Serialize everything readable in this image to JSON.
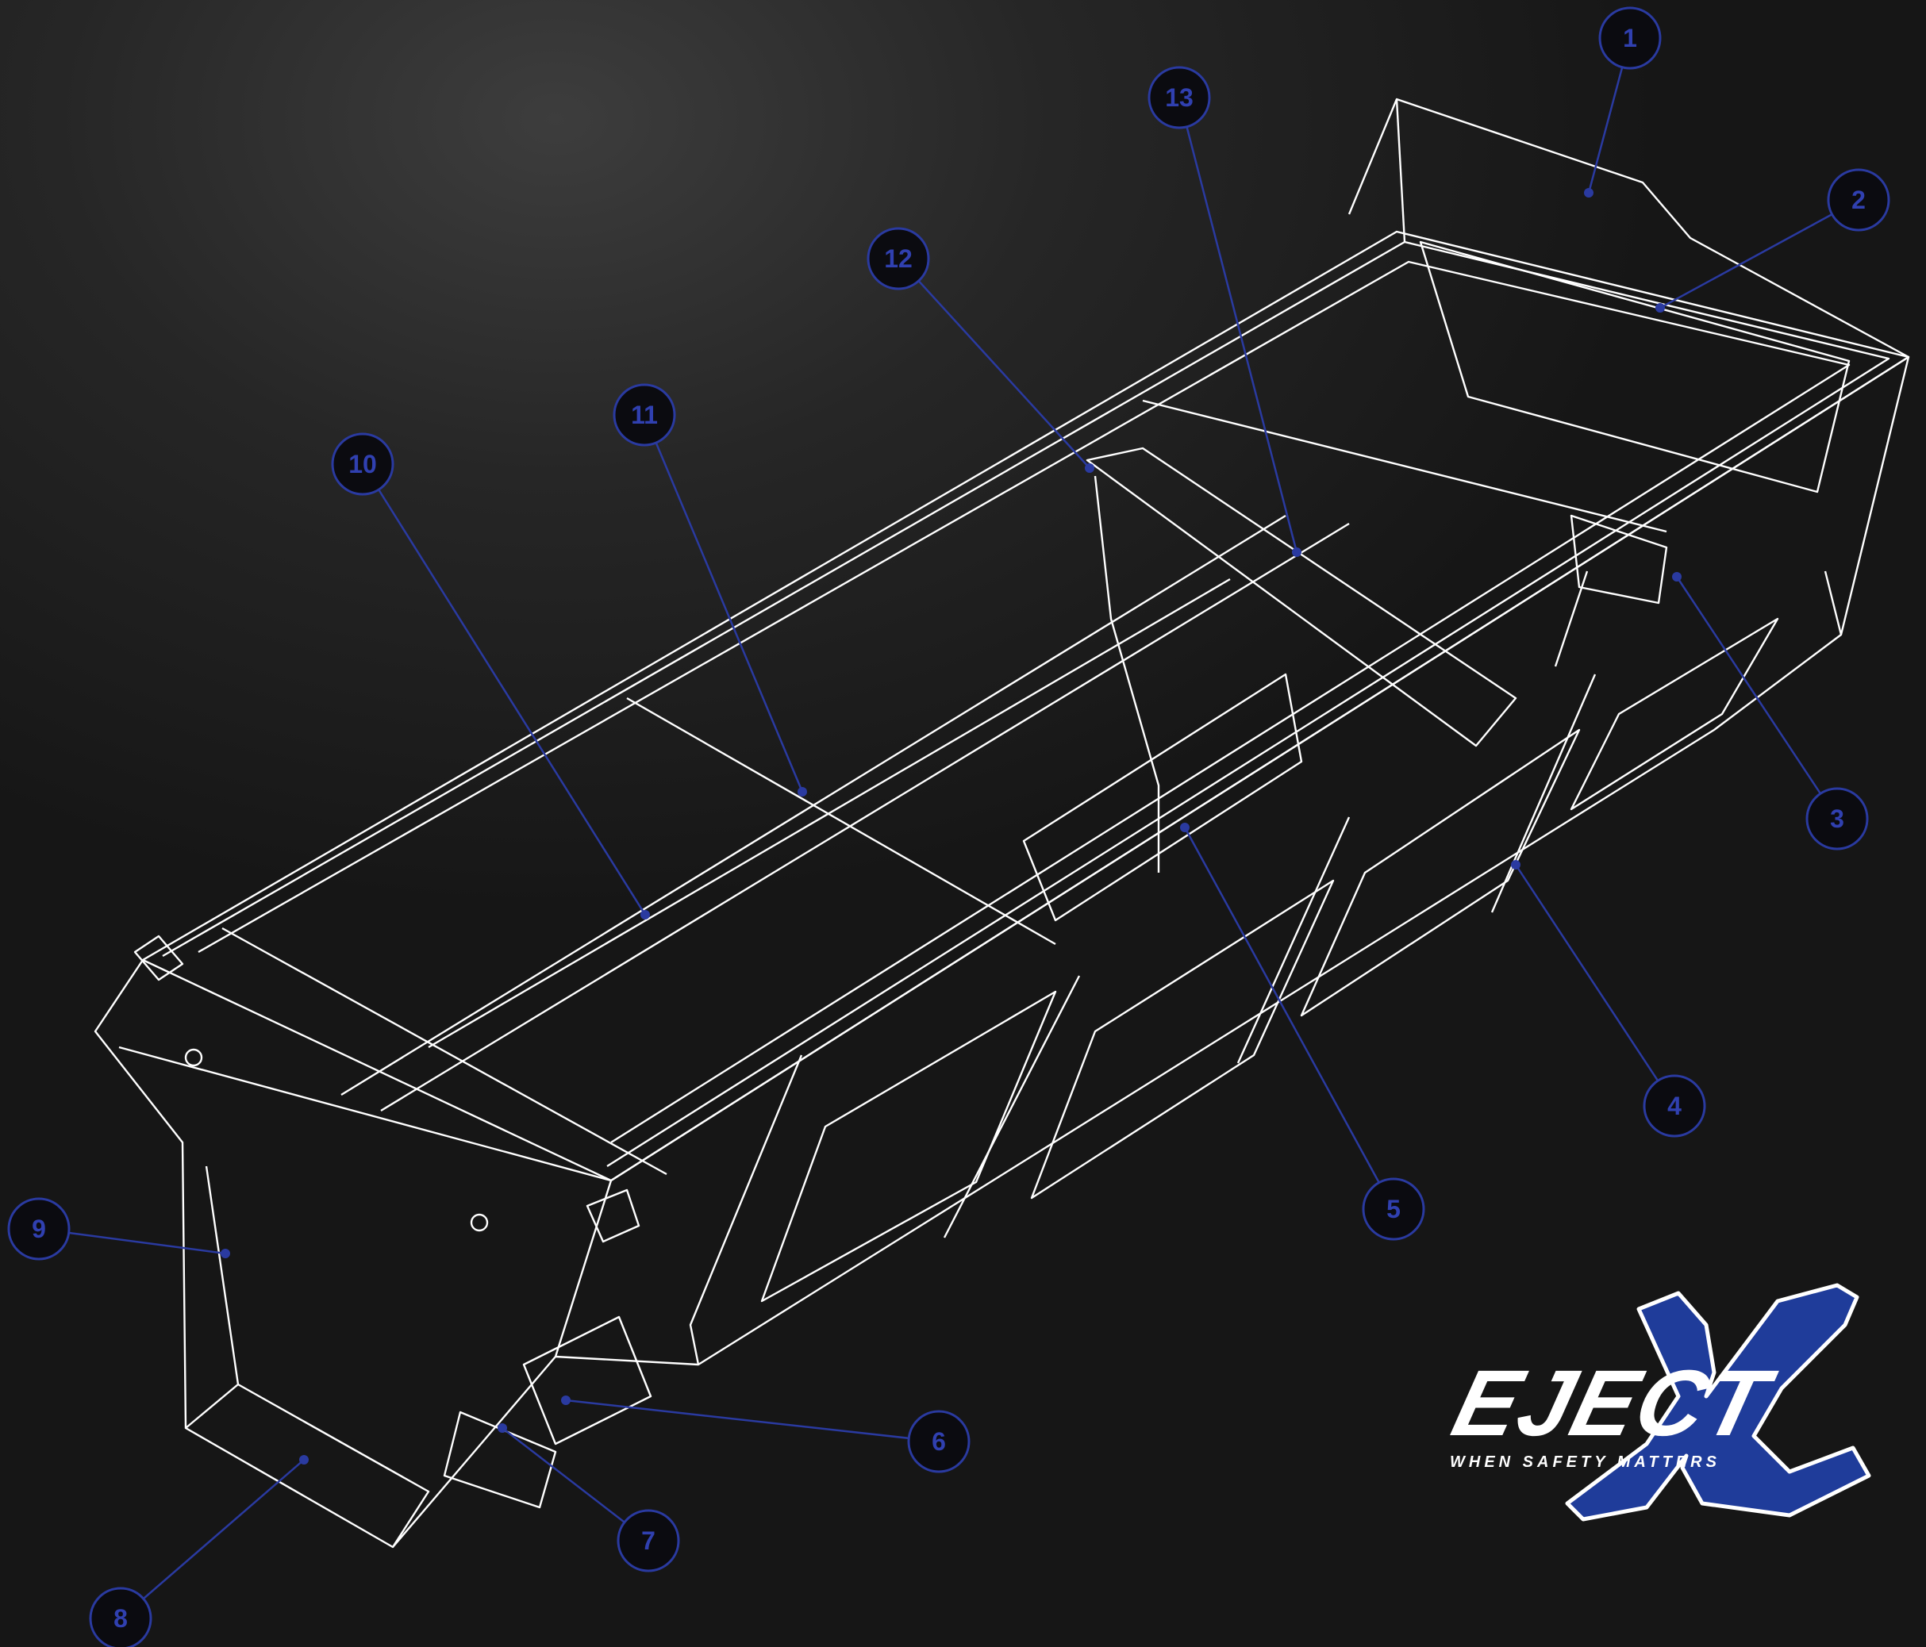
{
  "callouts": [
    {
      "label": "1"
    },
    {
      "label": "2"
    },
    {
      "label": "3"
    },
    {
      "label": "4"
    },
    {
      "label": "5"
    },
    {
      "label": "6"
    },
    {
      "label": "7"
    },
    {
      "label": "8"
    },
    {
      "label": "9"
    },
    {
      "label": "10"
    },
    {
      "label": "11"
    },
    {
      "label": "12"
    },
    {
      "label": "13"
    }
  ],
  "logo": {
    "brand": "EJECT",
    "mark_icon": "x-brush-mark-icon",
    "tagline": "WHEN SAFETY MATTERS"
  },
  "colors": {
    "callout_fill": "#0b0b10",
    "callout_stroke": "#2a3aa0",
    "callout_text": "#3040b0",
    "leader": "#2a3aa0",
    "line_art": "#ffffff",
    "logo_x": "#1f3c9a"
  }
}
